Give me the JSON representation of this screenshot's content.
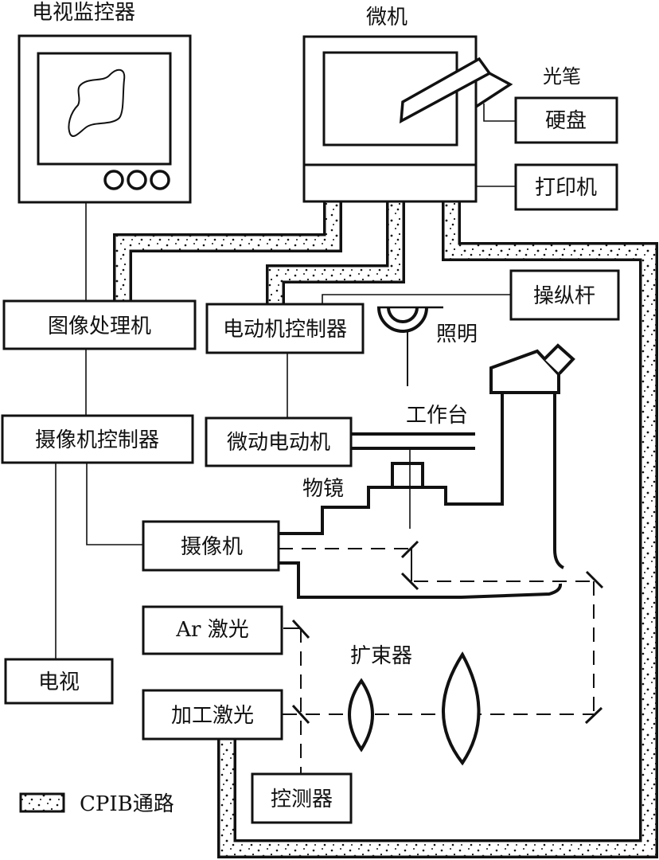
{
  "diagram": {
    "labels": {
      "tv_monitor": "电视监控器",
      "microcomputer": "微机",
      "light_pen": "光笔",
      "hard_disk": "硬盘",
      "printer": "打印机",
      "image_processor": "图像处理机",
      "motor_controller": "电动机控制器",
      "joystick": "操纵杆",
      "illumination": "照明",
      "camera_controller": "摄像机控制器",
      "micro_motor": "微动电动机",
      "worktable": "工作台",
      "objective": "物镜",
      "camera": "摄像机",
      "ar_laser": "Ar 激光",
      "beam_expander": "扩束器",
      "tv": "电视",
      "processing_laser": "加工激光",
      "detector": "控测器"
    },
    "legend": {
      "cpib_label": "CPIB通路"
    },
    "colors": {
      "line": "#111111",
      "background": "#ffffff"
    }
  }
}
